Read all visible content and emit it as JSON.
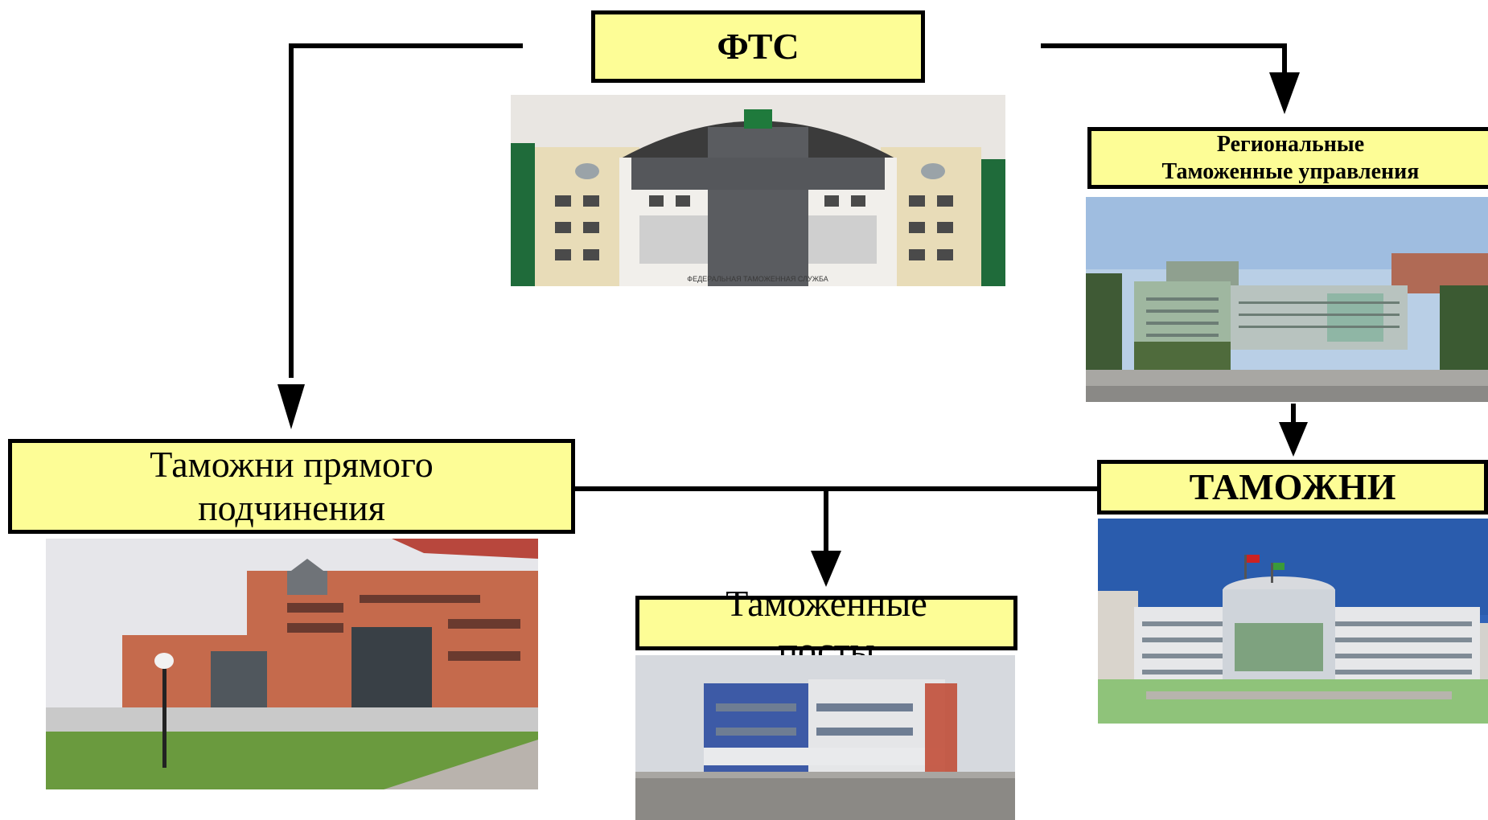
{
  "nodes": {
    "fts": {
      "label": "ФТС"
    },
    "regional": {
      "line1": "Региональные",
      "line2": "Таможенные управления"
    },
    "direct": {
      "line1": "Таможни прямого",
      "line2": "подчинения"
    },
    "customs": {
      "label": "ТАМОЖНИ"
    },
    "posts": {
      "line1": "Таможенные",
      "line2": "посты"
    }
  },
  "photo_captions": {
    "fts_building_sign": "ФЕДЕРАЛЬНАЯ ТАМОЖЕННАЯ СЛУЖБА"
  },
  "colors": {
    "box_fill": "#fdfd96",
    "box_border": "#000000",
    "line": "#000000"
  }
}
